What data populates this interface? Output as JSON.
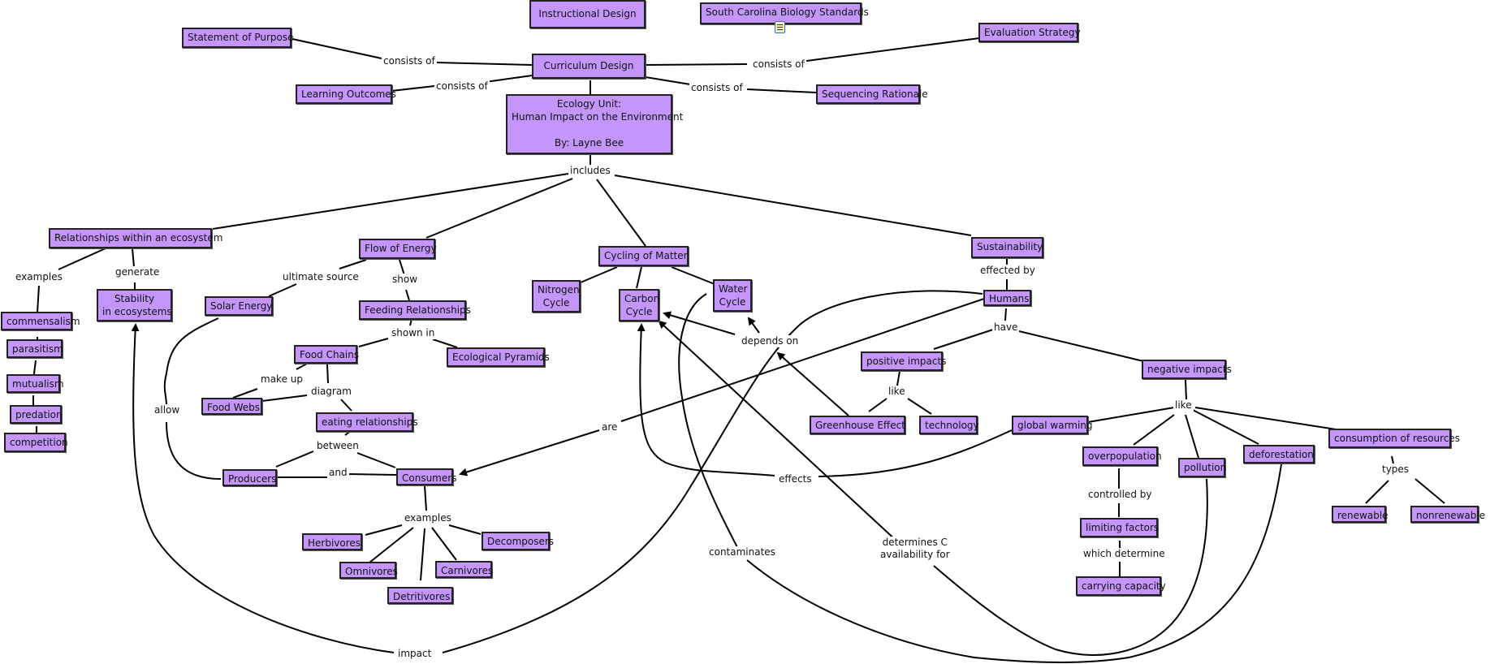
{
  "map_title": "Ecology Unit:\nHuman Impact on the Environment\n\nBy: Layne Bee",
  "colors": {
    "node_fill": "#c495fa",
    "node_border": "#222222",
    "line": "#000000",
    "background": "#ffffff"
  },
  "resource_icon": "document-resource-icon",
  "nodes": {
    "instructional_design": "Instructional Design",
    "sc_standards": "South Carolina Biology Standards",
    "statement_of_purpose": "Statement of Purpose",
    "curriculum_design": "Curriculum Design",
    "evaluation_strategy": "Evaluation Strategy",
    "learning_outcomes": "Learning Outcomes",
    "sequencing_rationale": "Sequencing Rationale",
    "ecology_unit": "Ecology Unit:\nHuman Impact on the Environment\n\nBy: Layne Bee",
    "relationships": "Relationships within an ecosystem",
    "flow_of_energy": "Flow of Energy",
    "cycling_of_matter": "Cycling of Matter",
    "sustainability": "Sustainability",
    "stability": "Stability\nin ecosystems",
    "commensalism": "commensalism",
    "parasitism": "parasitism",
    "mutualism": "mutualism",
    "predation": "predation",
    "competition": "competition",
    "solar_energy": "Solar Energy",
    "feeding_relationships": "Feeding Relationships",
    "food_chains": "Food Chains",
    "ecological_pyramids": "Ecological Pyramids",
    "food_webs": "Food Webs",
    "eating_relationships": "eating relationships",
    "producers": "Producers",
    "consumers": "Consumers",
    "herbivores": "Herbivores",
    "omnivores": "Omnivores",
    "detritivores": "Detritivores",
    "carnivores": "Carnivores",
    "decomposers": "Decomposers",
    "nitrogen_cycle": "Nitrogen\nCycle",
    "carbon_cycle": "Carbon\nCycle",
    "water_cycle": "Water\nCycle",
    "humans": "Humans",
    "positive_impacts": "positive impacts",
    "negative_impacts": "negative impacts",
    "greenhouse_effect": "Greenhouse Effect",
    "technology": "technology",
    "global_warming": "global warming",
    "overpopulation": "overpopulation",
    "pollution": "pollution",
    "deforestation": "deforestation",
    "consumption": "consumption of resources",
    "limiting_factors": "limiting factors",
    "carrying_capacity": "carrying capacity",
    "renewable": "renewable",
    "nonrenewable": "nonrenewable"
  },
  "links": {
    "consists_of_1": "consists of",
    "consists_of_2": "consists of",
    "consists_of_3": "consists of",
    "consists_of_4": "consists of",
    "includes": "includes",
    "examples_1": "examples",
    "generate": "generate",
    "ultimate_source": "ultimate source",
    "show": "show",
    "shown_in": "shown in",
    "make_up": "make up",
    "diagram": "diagram",
    "allow": "allow",
    "between": "between",
    "and": "and",
    "examples_2": "examples",
    "impact": "impact",
    "depends_on": "depends on",
    "effected_by": "effected by",
    "have": "have",
    "like_1": "like",
    "like_2": "like",
    "are": "are",
    "effects": "effects",
    "contaminates": "contaminates",
    "determines_c": "determines C\navailability for",
    "controlled_by": "controlled by",
    "which_determine": "which determine",
    "types": "types"
  }
}
